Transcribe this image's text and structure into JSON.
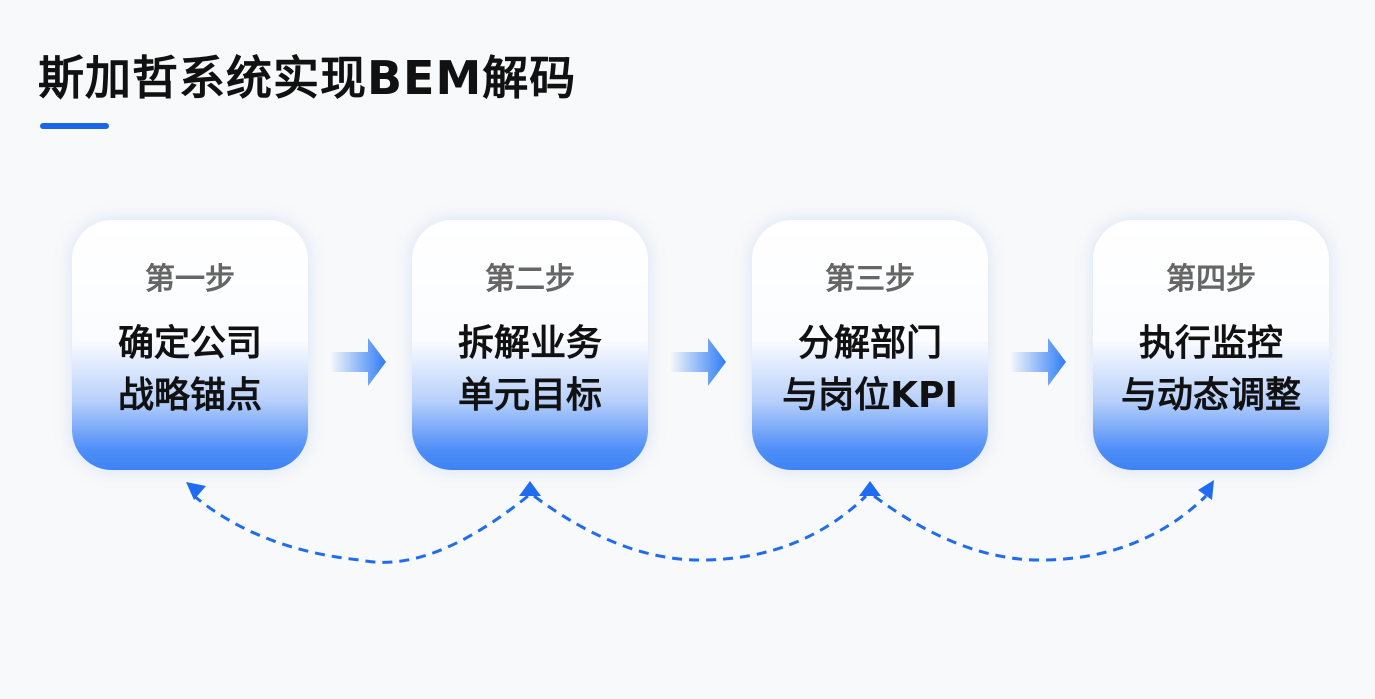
{
  "title": "斯加哲系统实现BEM解码",
  "steps": [
    {
      "step": "第一步",
      "line1": "确定公司",
      "line2": "战略锚点"
    },
    {
      "step": "第二步",
      "line1": "拆解业务",
      "line2": "单元目标"
    },
    {
      "step": "第三步",
      "line1": "分解部门",
      "line2": "与岗位KPI"
    },
    {
      "step": "第四步",
      "line1": "执行监控",
      "line2": "与动态调整"
    }
  ],
  "colors": {
    "accent": "#1a66e8",
    "arrow": "#2f7cf6"
  }
}
